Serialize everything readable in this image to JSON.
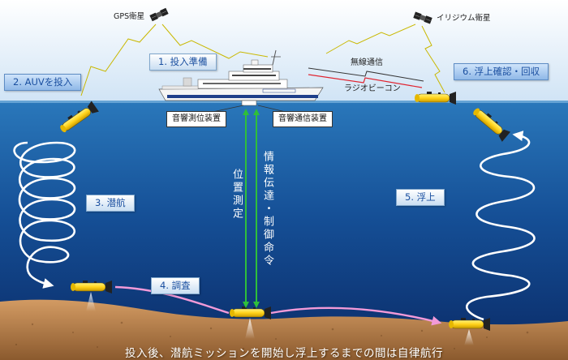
{
  "satellites": {
    "gps": "GPS衛星",
    "iridium": "イリジウム衛星"
  },
  "ship_links": {
    "radio": "無線通信",
    "beacon": "ラジオビーコン"
  },
  "devices": {
    "positioning": "音響測位装置",
    "communication": "音響通信装置"
  },
  "steps": {
    "s1": "1. 投入準備",
    "s2": "2. AUVを投入",
    "s3": "3. 潜航",
    "s4": "4. 調査",
    "s5": "5. 浮上",
    "s6": "6. 浮上確認・回収"
  },
  "acoustic": {
    "position": "位置測定",
    "info": "情報伝達・制御命令"
  },
  "caption": "投入後、潜航ミッションを開始し浮上するまでの間は自律航行",
  "colors": {
    "sky_top": "#ffffff",
    "sky_bottom": "#cfe3f5",
    "sea_top": "#1f6fb3",
    "sea_bottom": "#0b2c6b",
    "seabed": "#c48a55",
    "auv_yellow": "#ffd21a",
    "survey_path": "#f29ad8",
    "acoustic_green": "#2fbf3a",
    "radio_red": "#e0232f"
  }
}
